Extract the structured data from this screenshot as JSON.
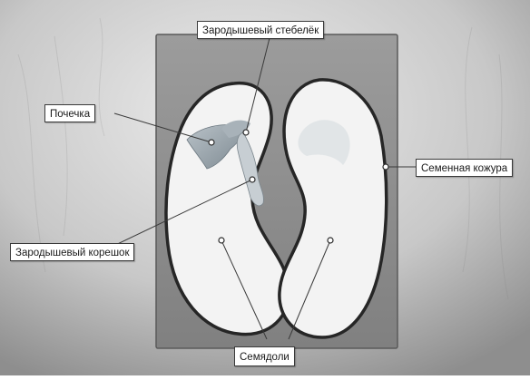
{
  "diagram": {
    "labels": {
      "embryo_stem": "Зародышевый стебелёк",
      "plumule": "Почечка",
      "seed_coat": "Семенная кожура",
      "radicle": "Зародышевый корешок",
      "cotyledons": "Семядоли"
    },
    "colors": {
      "background_light": "#e2e2e2",
      "background_dark": "#9a9a9a",
      "panel_fill": "#8e8e8e",
      "panel_border": "#5a5a5a",
      "seed_outline": "#262626",
      "seed_fill": "#f3f3f3",
      "embryo_fill": "#9aa6ae",
      "leader_line": "#3a3a3a"
    }
  }
}
